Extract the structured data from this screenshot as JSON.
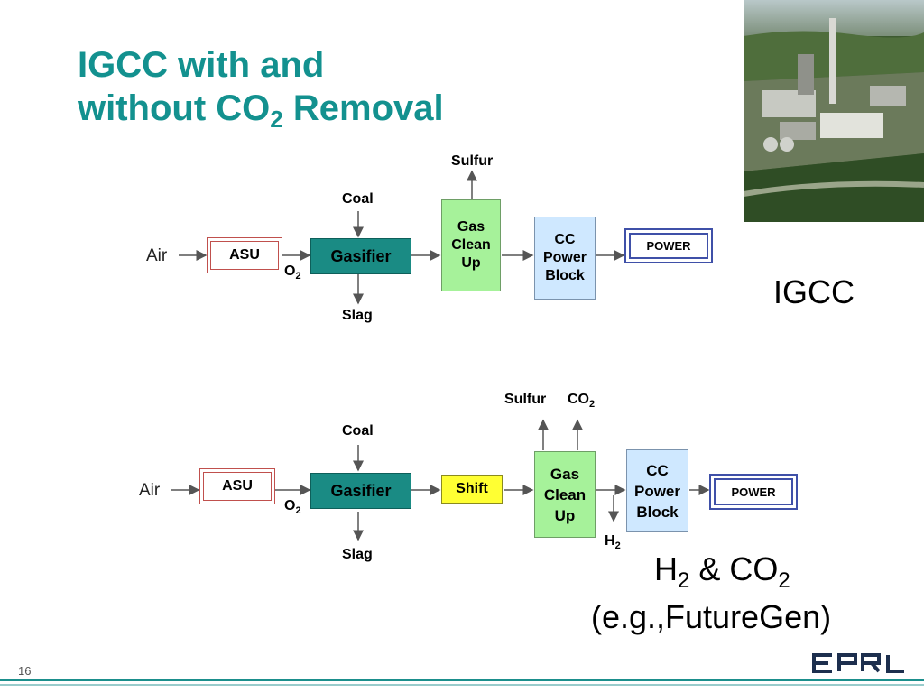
{
  "title": {
    "line1": "IGCC with and",
    "line2_pre": "without CO",
    "line2_sub": "2",
    "line2_post": " Removal"
  },
  "diagram_top": {
    "air": "Air",
    "asu": "ASU",
    "gasifier": "Gasifier",
    "o2": "O",
    "o2_sub": "2",
    "coal": "Coal",
    "slag": "Slag",
    "sulfur": "Sulfur",
    "gas_clean_up": [
      "Gas",
      "Clean",
      "Up"
    ],
    "cc_power_block": [
      "CC",
      "Power",
      "Block"
    ],
    "power": "POWER",
    "caption": "IGCC"
  },
  "diagram_bottom": {
    "air": "Air",
    "asu": "ASU",
    "gasifier": "Gasifier",
    "o2": "O",
    "o2_sub": "2",
    "coal": "Coal",
    "slag": "Slag",
    "shift": "Shift",
    "sulfur": "Sulfur",
    "co2": "CO",
    "co2_sub": "2",
    "gas_clean_up": [
      "Gas",
      "Clean",
      "Up"
    ],
    "cc_power_block": [
      "CC",
      "Power",
      "Block"
    ],
    "power": "POWER",
    "h2": "H",
    "h2_sub": "2",
    "caption_line1_a": "H",
    "caption_line1_a_sub": "2",
    "caption_line1_b": " & CO",
    "caption_line1_b_sub": "2",
    "caption_line2": "(e.g.,FutureGen)"
  },
  "footer": {
    "page_number": "16",
    "logo_text": "EPRI"
  }
}
